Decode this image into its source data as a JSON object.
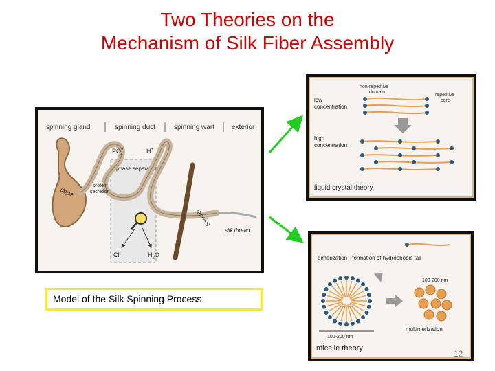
{
  "title": {
    "line1": "Two Theories on the",
    "line2": "Mechanism of Silk Fiber Assembly"
  },
  "caption": "Model of the Silk Spinning Process",
  "slide_number": "12",
  "left_diagram": {
    "spinning_gland": "spinning gland",
    "spinning_duct": "spinning duct",
    "spinning_wart": "spinning wart",
    "exterior": "exterior",
    "po4": "PO",
    "po4_sub": "4",
    "po4_sup": "3",
    "h_plus": "H",
    "h_plus_sup": "+",
    "phase_separation": "phase separation",
    "dope": "dope",
    "protein": "protein",
    "secretion": "secretion",
    "drawing": "drawing",
    "silk_thread": "silk thread",
    "cl": "Cl",
    "h2o": "H",
    "h2o_sub": "2",
    "h2o_o": "O"
  },
  "liquid_crystal": {
    "non_repetitive": "non-repetitive",
    "domain": "domain",
    "repetitive": "repetitive",
    "core": "core",
    "low": "low",
    "low_conc": "concentration",
    "high": "high",
    "high_conc": "concentration",
    "theory": "liquid crystal theory"
  },
  "micelle": {
    "dimerization": "dimerization - formation of hydrophobic tail",
    "size_top": "100-200 nm",
    "size_bottom": "100-200 nm",
    "multimerization": "multimerization",
    "theory": "micelle theory"
  },
  "colors": {
    "title": "#cc0000",
    "arrow": "#22cc22",
    "caption_border": "#ffee00",
    "gland": "#d2a679",
    "molecule_head": "#2d5a7a",
    "molecule_tail": "#e8a050"
  }
}
